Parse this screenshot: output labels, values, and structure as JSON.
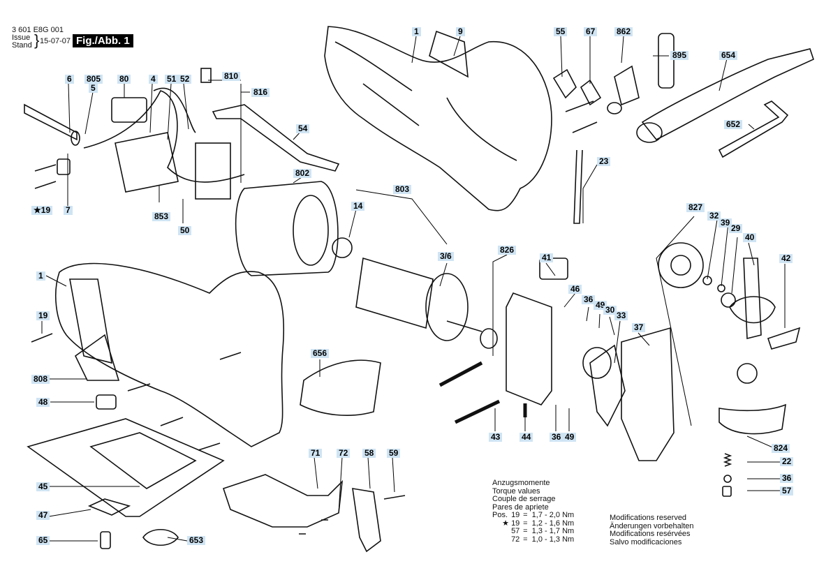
{
  "header": {
    "doc_number": "3 601 E8G 001",
    "issue_label": "Issue",
    "stand_label": "Stand",
    "date": "15-07-07",
    "figure_label": "Fig./Abb. 1"
  },
  "callouts": [
    {
      "id": "c-1-top",
      "text": "1"
    },
    {
      "id": "c-9",
      "text": "9"
    },
    {
      "id": "c-55",
      "text": "55"
    },
    {
      "id": "c-67",
      "text": "67"
    },
    {
      "id": "c-862",
      "text": "862"
    },
    {
      "id": "c-895",
      "text": "895"
    },
    {
      "id": "c-654",
      "text": "654"
    },
    {
      "id": "c-652",
      "text": "652"
    },
    {
      "id": "c-6",
      "text": "6"
    },
    {
      "id": "c-805",
      "text": "805"
    },
    {
      "id": "c-5",
      "text": "5"
    },
    {
      "id": "c-80",
      "text": "80"
    },
    {
      "id": "c-4",
      "text": "4"
    },
    {
      "id": "c-51",
      "text": "51"
    },
    {
      "id": "c-52",
      "text": "52"
    },
    {
      "id": "c-810",
      "text": "810"
    },
    {
      "id": "c-816",
      "text": "816"
    },
    {
      "id": "c-54",
      "text": "54"
    },
    {
      "id": "c-23",
      "text": "23"
    },
    {
      "id": "c-802",
      "text": "802"
    },
    {
      "id": "c-803",
      "text": "803"
    },
    {
      "id": "c-14",
      "text": "14"
    },
    {
      "id": "c-19a",
      "text": "19"
    },
    {
      "id": "c-7",
      "text": "7"
    },
    {
      "id": "c-853",
      "text": "853"
    },
    {
      "id": "c-50",
      "text": "50"
    },
    {
      "id": "c-3-6",
      "text": "3/6"
    },
    {
      "id": "c-826",
      "text": "826"
    },
    {
      "id": "c-41",
      "text": "41"
    },
    {
      "id": "c-827",
      "text": "827"
    },
    {
      "id": "c-32",
      "text": "32"
    },
    {
      "id": "c-39",
      "text": "39"
    },
    {
      "id": "c-29",
      "text": "29"
    },
    {
      "id": "c-40",
      "text": "40"
    },
    {
      "id": "c-42",
      "text": "42"
    },
    {
      "id": "c-1-mid",
      "text": "1"
    },
    {
      "id": "c-46",
      "text": "46"
    },
    {
      "id": "c-36a",
      "text": "36"
    },
    {
      "id": "c-49a",
      "text": "49"
    },
    {
      "id": "c-30",
      "text": "30"
    },
    {
      "id": "c-33",
      "text": "33"
    },
    {
      "id": "c-37",
      "text": "37"
    },
    {
      "id": "c-19b",
      "text": "19"
    },
    {
      "id": "c-656",
      "text": "656"
    },
    {
      "id": "c-808",
      "text": "808"
    },
    {
      "id": "c-48",
      "text": "48"
    },
    {
      "id": "c-43",
      "text": "43"
    },
    {
      "id": "c-44",
      "text": "44"
    },
    {
      "id": "c-36b",
      "text": "36"
    },
    {
      "id": "c-49b",
      "text": "49"
    },
    {
      "id": "c-824",
      "text": "824"
    },
    {
      "id": "c-22",
      "text": "22"
    },
    {
      "id": "c-36c",
      "text": "36"
    },
    {
      "id": "c-57",
      "text": "57"
    },
    {
      "id": "c-45",
      "text": "45"
    },
    {
      "id": "c-71",
      "text": "71"
    },
    {
      "id": "c-72",
      "text": "72"
    },
    {
      "id": "c-58",
      "text": "58"
    },
    {
      "id": "c-59",
      "text": "59"
    },
    {
      "id": "c-47",
      "text": "47"
    },
    {
      "id": "c-65",
      "text": "65"
    },
    {
      "id": "c-653",
      "text": "653"
    }
  ],
  "torque": {
    "titles": [
      "Anzugsmomente",
      "Torque values",
      "Couple de serrage",
      "Pares de apriete"
    ],
    "rows": [
      {
        "prefix": "Pos.",
        "pos": "19",
        "value": "1,7 - 2,0 Nm"
      },
      {
        "prefix": "",
        "pos": "19",
        "value": "1,2 - 1,6 Nm"
      },
      {
        "prefix": "",
        "pos": "57",
        "value": "1,3 - 1,7 Nm"
      },
      {
        "prefix": "",
        "pos": "72",
        "value": "1,0 - 1,3 Nm"
      }
    ]
  },
  "modifications": [
    "Modifications reserved",
    "Änderungen vorbehalten",
    "Modifications resérvées",
    "Salvo modificaciones"
  ]
}
